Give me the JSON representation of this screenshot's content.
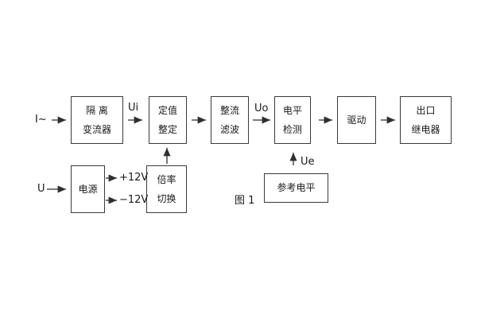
{
  "figure": {
    "caption": "图 1"
  },
  "diagram": {
    "boxes": [
      {
        "id": "isolation-transformer",
        "line1": "隔 离",
        "line2": "变流器"
      },
      {
        "id": "setpoint-setting",
        "line1": "定值",
        "line2": "整定"
      },
      {
        "id": "rectifier-filter",
        "line1": "整流",
        "line2": "滤波"
      },
      {
        "id": "level-detection",
        "line1": "电平",
        "line2": "检测"
      },
      {
        "id": "driver",
        "line1": "驱动"
      },
      {
        "id": "output-relay",
        "line1": "出口",
        "line2": "继电器"
      },
      {
        "id": "power-supply",
        "line1": "电源"
      },
      {
        "id": "ratio-switch",
        "line1": "倍率",
        "line2": "切换"
      },
      {
        "id": "reference-level",
        "line1": "参考电平"
      }
    ],
    "labels": {
      "input_current": "I~",
      "input_voltage": "U",
      "ui": "Ui",
      "uo": "Uo",
      "ue": "Ue",
      "plus_12v": "+12V",
      "minus_12v": "−12V"
    },
    "colors": {
      "line": "#2f2f2f",
      "text": "#1a1a1a",
      "background": "#ffffff"
    }
  }
}
